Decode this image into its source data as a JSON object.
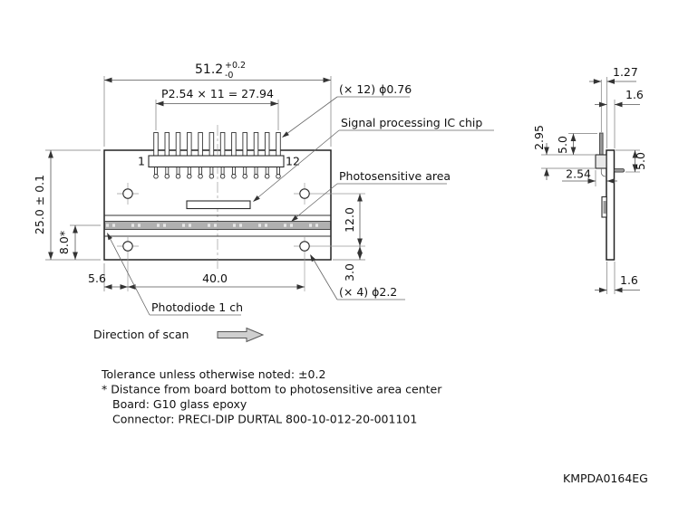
{
  "part_number": "KMPDA0164EG",
  "front": {
    "width": "51.2",
    "width_tol_plus": "+0.2",
    "width_tol_minus": "-0",
    "pitch": "P2.54 × 11 = 27.94",
    "pin_first": "1",
    "pin_last": "12",
    "height": "25.0 ± 0.1",
    "photo_center": "8.0*",
    "hole_span_v": "12.0",
    "hole_bottom": "3.0",
    "hole_left": "5.6",
    "hole_span_h": "40.0",
    "label_pin_dia": "(× 12) ϕ0.76",
    "label_ic": "Signal processing IC chip",
    "label_photo": "Photosensitive area",
    "label_hole_dia": "(× 4) ϕ2.2",
    "label_photodiode": "Photodiode 1 ch",
    "label_scan": "Direction of scan"
  },
  "side": {
    "pin_offset": "1.27",
    "thickness_top": "1.6",
    "connector_height": "2.95",
    "pin_top": "5.0",
    "connector_depth": "2.54",
    "pin_right": "5.0",
    "thickness_bottom": "1.6"
  },
  "notes": [
    "Tolerance unless otherwise noted: ±0.2",
    "* Distance from board bottom to photosensitive area center",
    "Board: G10 glass epoxy",
    "Connector: PRECI-DIP DURTAL 800-10-012-20-001101"
  ],
  "colors": {
    "line": "#222222",
    "dimension": "#555555",
    "construction": "#9a9a9a",
    "photo_strip_fill": "#b0b0b0",
    "scan_arrow_fill": "#cfcfcf",
    "background": "#ffffff"
  }
}
